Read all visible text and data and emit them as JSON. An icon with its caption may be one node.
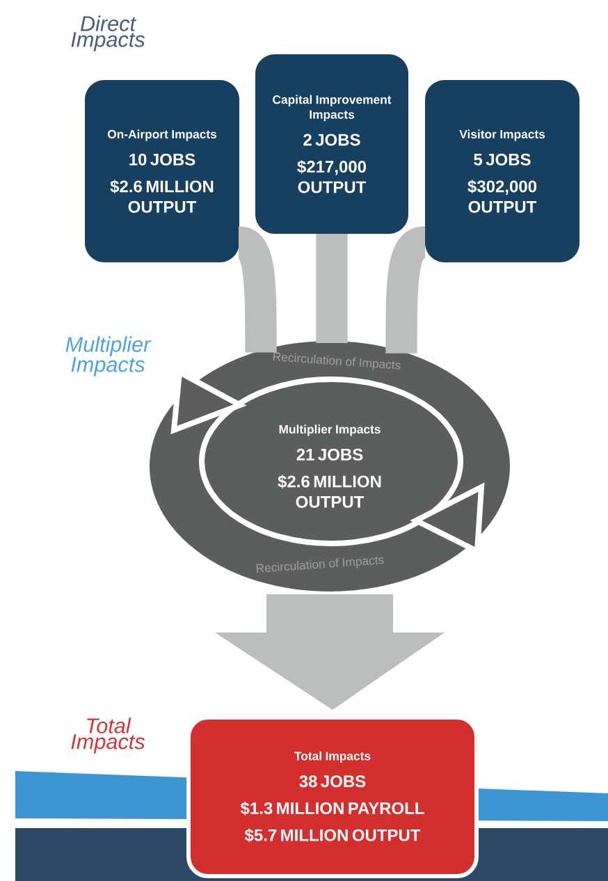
{
  "diagram": {
    "nodes": [
      {
        "text": [
          "On-Airport Impacts",
          "10 JOBS",
          "$2.6 MILLION OUTPUT"
        ]
      },
      {
        "text": [
          "Capital Improvement Impacts",
          "2 JOBS",
          "$217,000 OUTPUT"
        ]
      },
      {
        "text": [
          "Visitor Impacts",
          "5 JOBS",
          "$302,000 OUTPUT"
        ]
      },
      {
        "text": [
          "Multiplier Impacts",
          "21 JOBS",
          "$2.6 MILLION OUTPUT"
        ]
      },
      {
        "text": [
          "Total Impacts",
          "38 JOBS",
          "$1.3 MILLION PAYROLL",
          "$5.7 MILLION OUTPUT"
        ]
      }
    ],
    "edges": [
      {
        "from": 0,
        "to": 3,
        "arrow": "none"
      },
      {
        "from": 1,
        "to": 3,
        "arrow": "none"
      },
      {
        "from": 2,
        "to": 3,
        "arrow": "none"
      },
      {
        "from": 3,
        "to": 4,
        "arrow": "to",
        "style": "thick"
      }
    ],
    "labels": [
      "Direct Impacts",
      "Multiplier Impacts",
      "Recirculation of Impacts",
      "Recirculation of Impacts",
      "Total Impacts"
    ]
  }
}
